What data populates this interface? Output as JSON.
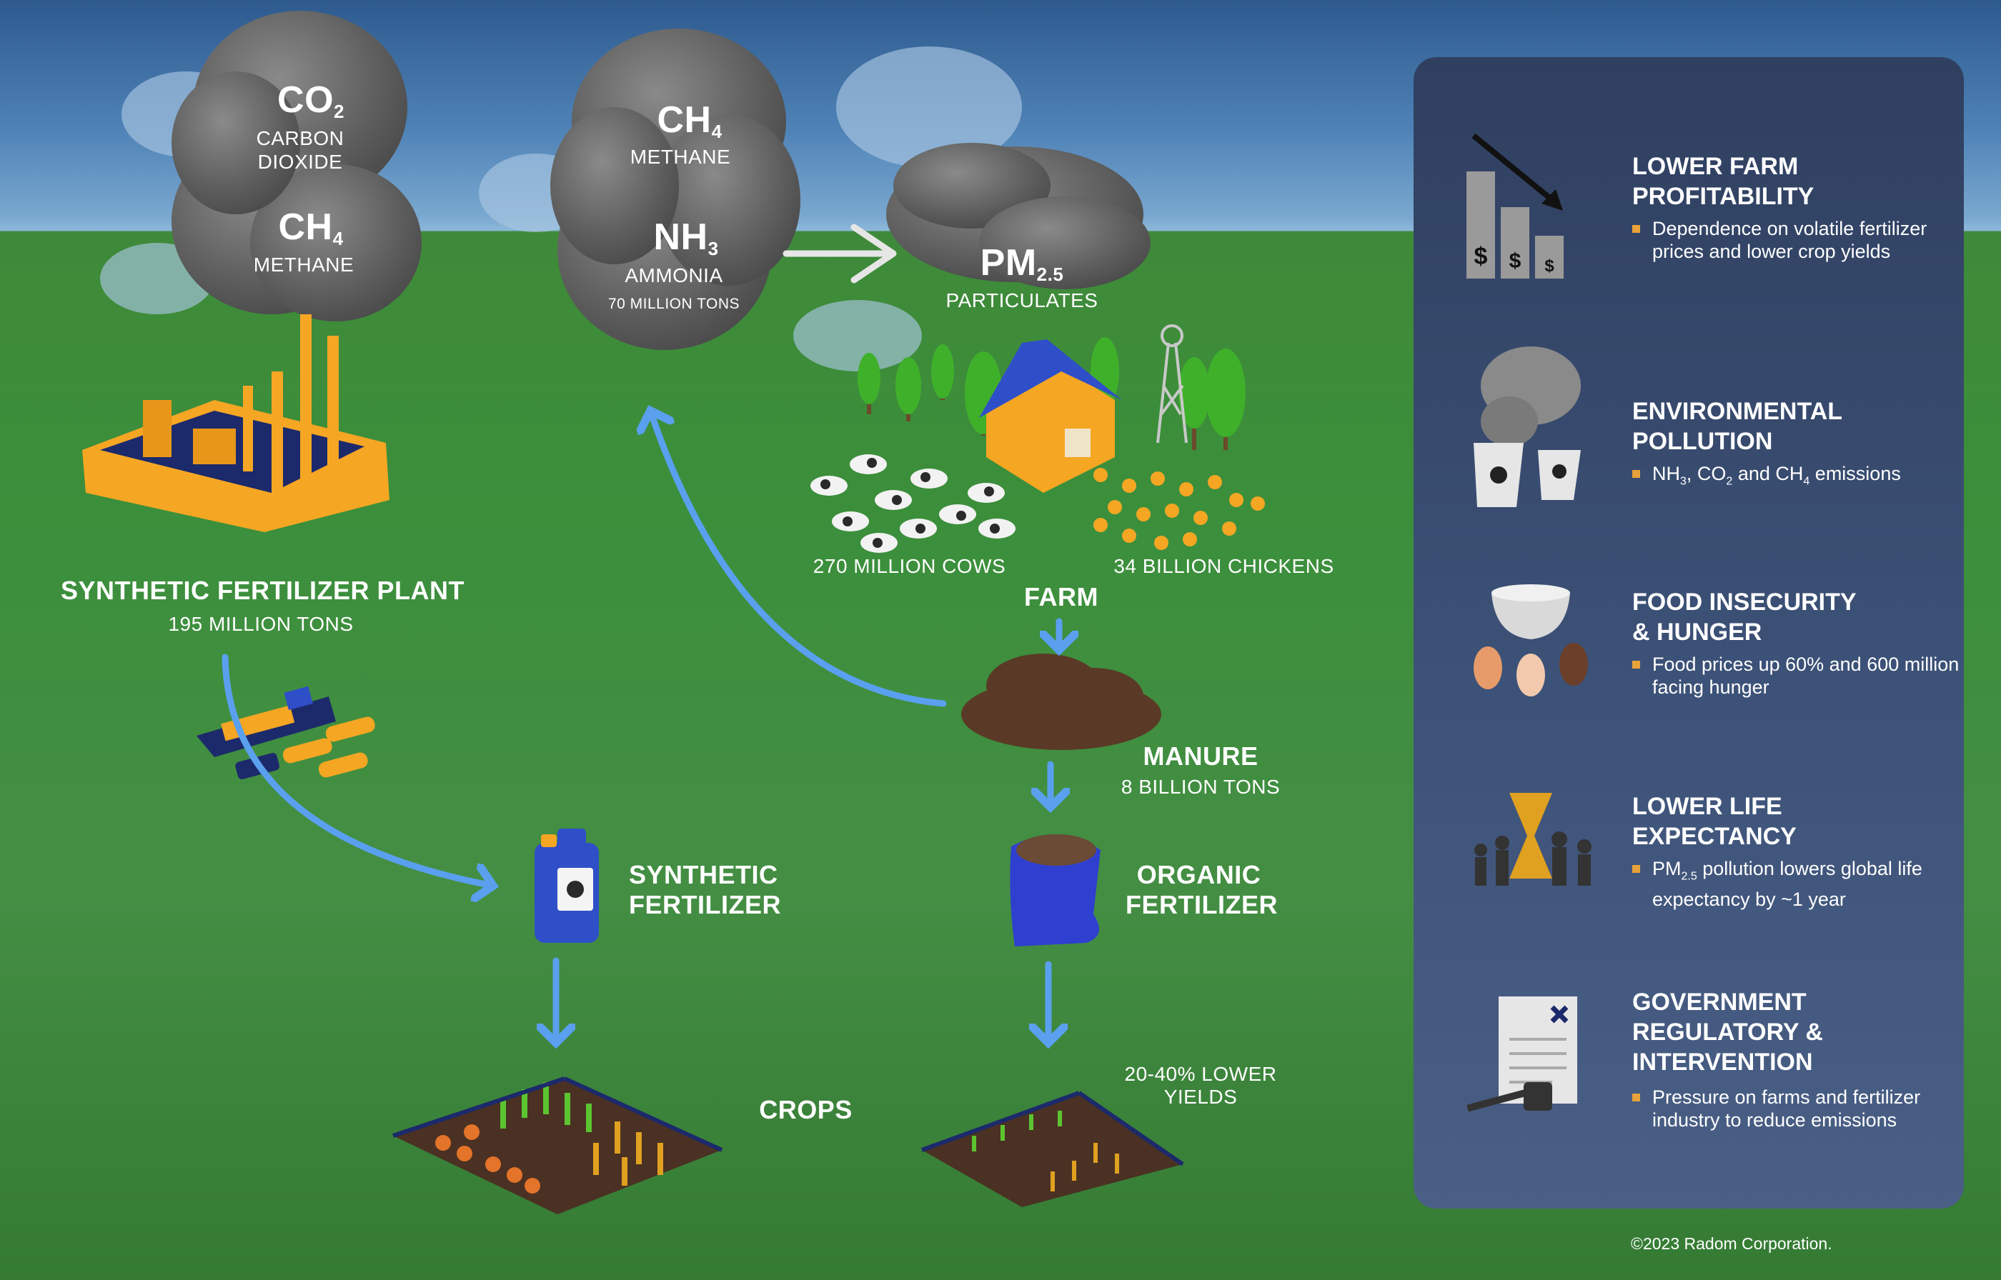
{
  "emissions": {
    "plant_cloud": {
      "f1_main": "CO",
      "f1_sub": "2",
      "f1_name_1": "CARBON",
      "f1_name_2": "DIOXIDE",
      "f2_main": "CH",
      "f2_sub": "4",
      "f2_name": "METHANE"
    },
    "farm_cloud": {
      "f1_main": "CH",
      "f1_sub": "4",
      "f1_name": "METHANE",
      "f2_main": "NH",
      "f2_sub": "3",
      "f2_name": "AMMONIA",
      "f2_amount": "70 MILLION TONS"
    },
    "pm_cloud": {
      "main": "PM",
      "sub": "2.5",
      "name": "PARTICULATES"
    }
  },
  "plant": {
    "title": "SYNTHETIC FERTILIZER PLANT",
    "amount": "195 MILLION TONS"
  },
  "farm": {
    "cows": "270 MILLION COWS",
    "chickens": "34 BILLION CHICKENS",
    "title": "FARM"
  },
  "manure": {
    "title": "MANURE",
    "amount": "8 BILLION TONS"
  },
  "synthetic_fertilizer": {
    "line1": "SYNTHETIC",
    "line2": "FERTILIZER"
  },
  "organic_fertilizer": {
    "line1": "ORGANIC",
    "line2": "FERTILIZER"
  },
  "crops": {
    "title": "CROPS",
    "lower_yields_1": "20-40% LOWER",
    "lower_yields_2": "YIELDS"
  },
  "impacts": [
    {
      "icon": "declining-profit-chart-icon",
      "title": "LOWER FARM\nPROFITABILITY",
      "desc": "Dependence on volatile fertilizer prices and lower crop yields"
    },
    {
      "icon": "smokestack-pollution-icon",
      "title": "ENVIRONMENTAL\nPOLLUTION",
      "desc_parts": [
        "NH",
        "3",
        ", CO",
        "2",
        " and CH",
        "4",
        " emissions"
      ]
    },
    {
      "icon": "empty-bowl-hands-icon",
      "title": "FOOD INSECURITY\n& HUNGER",
      "desc": "Food prices up 60% and 600 million facing hunger"
    },
    {
      "icon": "hourglass-people-icon",
      "title": "LOWER LIFE\nEXPECTANCY",
      "desc_parts": [
        "PM",
        "2.5",
        " pollution lowers global life expectancy by ~1 year"
      ]
    },
    {
      "icon": "document-gavel-icon",
      "title": "GOVERNMENT\nREGULATORY &\nINTERVENTION",
      "desc": "Pressure on farms and fertilizer industry to reduce emissions"
    }
  ],
  "copyright": "©2023 Radom Corporation.",
  "colors": {
    "sky": "#4e82b6",
    "grass": "#3b8f3b",
    "panel": "#3d5278",
    "arrow_blue": "#5aa0ef",
    "bullet": "#e8a23a",
    "plant_orange": "#f5a623",
    "navy": "#1c2a6b"
  }
}
